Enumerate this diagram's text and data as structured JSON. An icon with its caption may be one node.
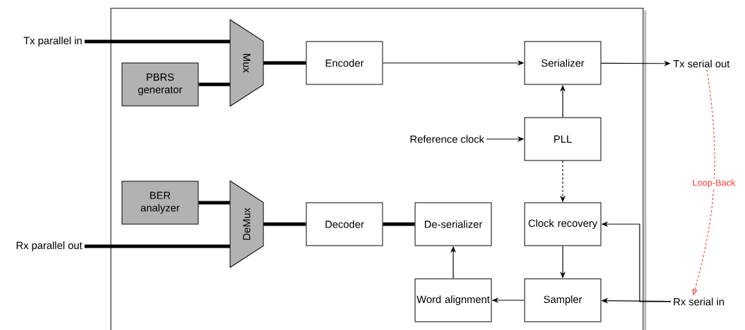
{
  "diagram": {
    "nodes": [
      {
        "text": [],
        "shape": "box"
      },
      {
        "text": [
          "Tx parallel in"
        ]
      },
      {
        "text": [
          "PBRS generator"
        ],
        "in": 0
      },
      {
        "text": [
          "Mux"
        ],
        "in": 0
      },
      {
        "text": [
          "Encoder"
        ],
        "in": 0
      },
      {
        "text": [
          "Serializer"
        ],
        "in": 0
      },
      {
        "text": [
          "Tx serial out"
        ]
      },
      {
        "text": [
          "Reference clock"
        ],
        "in": 0
      },
      {
        "text": [
          "PLL"
        ],
        "in": 0
      },
      {
        "text": [
          "BER analyzer"
        ],
        "in": 0
      },
      {
        "text": [
          "DeMux"
        ],
        "in": 0
      },
      {
        "text": [
          "Rx parallel out"
        ]
      },
      {
        "text": [
          "Decoder"
        ],
        "in": 0
      },
      {
        "text": [
          "De-serializer"
        ],
        "in": 0
      },
      {
        "text": [
          "Clock recovery"
        ],
        "in": 0
      },
      {
        "text": [
          "Word alignment"
        ],
        "in": 0
      },
      {
        "text": [
          "Sampler"
        ],
        "in": 0
      },
      {
        "text": [
          "Rx serial in"
        ]
      }
    ],
    "edges": [
      {
        "from": 1,
        "to": 3,
        "arrow": "none",
        "style": "thick"
      },
      {
        "from": 2,
        "to": 3,
        "arrow": "none",
        "style": "thick"
      },
      {
        "from": 3,
        "to": 4,
        "arrow": "none",
        "style": "thick"
      },
      {
        "from": 4,
        "to": 5,
        "arrow": "to"
      },
      {
        "from": 5,
        "to": 6,
        "arrow": "to"
      },
      {
        "from": 8,
        "to": 5,
        "arrow": "to"
      },
      {
        "from": 7,
        "to": 8,
        "arrow": "to"
      },
      {
        "from": 8,
        "to": 14,
        "arrow": "to",
        "style": "dashed"
      },
      {
        "from": 9,
        "to": 10,
        "arrow": "none",
        "style": "thick"
      },
      {
        "from": 11,
        "to": 10,
        "arrow": "none",
        "style": "thick"
      },
      {
        "from": 10,
        "to": 12,
        "arrow": "none",
        "style": "thick"
      },
      {
        "from": 12,
        "to": 13,
        "arrow": "none",
        "style": "thick"
      },
      {
        "from": 15,
        "to": 13,
        "arrow": "to"
      },
      {
        "from": 14,
        "to": 16,
        "arrow": "to"
      },
      {
        "from": 16,
        "to": 15,
        "arrow": "to"
      },
      {
        "from": 17,
        "to": 16,
        "arrow": "to"
      },
      {
        "from": 17,
        "to": 14,
        "arrow": "to"
      },
      {
        "from": 6,
        "to": 17,
        "arrow": "to",
        "style": "dashed",
        "color": "#ff3b2f",
        "label": "Loop-Back"
      }
    ]
  }
}
